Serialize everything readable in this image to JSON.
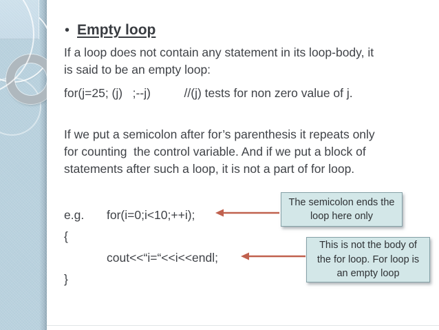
{
  "slide": {
    "title": {
      "bullet": "•",
      "text": "Empty loop"
    },
    "paragraph1": "If a loop does not contain any statement in its loop-body, it\nis said to be an empty loop:",
    "code_line1": "for(j=25; (j)   ;--j)          //(j) tests for non zero value of j.",
    "paragraph2": "If we put a semicolon after for’s parenthesis it repeats only\nfor counting  the control variable. And if we put a block of\nstatements after such a loop, it is not a part of for loop.",
    "example": {
      "label": "e.g.",
      "for_statement": "for(i=0;i<10;++i);",
      "open_brace": "{",
      "cout_statement": "cout<<“i=“<<i<<endl;",
      "close_brace": "}"
    },
    "callouts": [
      {
        "text": "The semicolon ends the\nloop here only"
      },
      {
        "text": "This is not the body of\nthe for loop. For loop is\nan empty loop"
      }
    ],
    "colors": {
      "accent_arrow": "#c0614e",
      "callout_bg": "#d3e7e8",
      "callout_border": "#84a0a6",
      "sidebar_main": "#b6cfdc",
      "text_main": "#3f4247",
      "title_text": "#393c41"
    }
  }
}
